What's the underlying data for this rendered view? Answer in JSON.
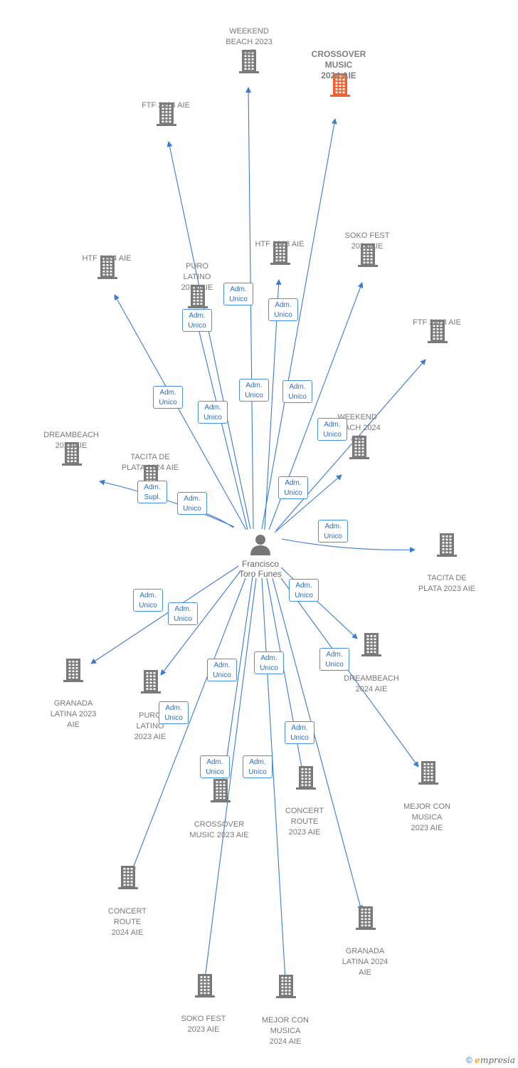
{
  "center": {
    "name": "Francisco\nToro Funes"
  },
  "colors": {
    "edge": "#3a7bd5",
    "node": "#7a7a7a",
    "highlight_node": "#f0622e",
    "badge_text": "#2f6fc6"
  },
  "nodes": [
    {
      "id": "weekend-beach-2023",
      "label": "WEEKEND\nBEACH 2023\nAIE"
    },
    {
      "id": "crossover-music-2024",
      "label": "CROSSOVER\nMUSIC\n2024  AIE",
      "highlight": true
    },
    {
      "id": "ftf-2024",
      "label": "FTF 2024  AIE"
    },
    {
      "id": "htf-2023",
      "label": "HTF 2023  AIE"
    },
    {
      "id": "soko-fest-2024",
      "label": "SOKO FEST\n2024  AIE"
    },
    {
      "id": "htf-2024",
      "label": "HTF 2024  AIE"
    },
    {
      "id": "puro-latino-2024",
      "label": "PURO\nLATINO\n2024  AIE"
    },
    {
      "id": "ftf-2023",
      "label": "FTF 2023  AIE"
    },
    {
      "id": "weekend-beach-2024",
      "label": "WEEKEND\nBEACH 2024\nAIE"
    },
    {
      "id": "dreambeach-2023",
      "label": "DREAMBEACH\n2023  AIE"
    },
    {
      "id": "tacita-de-plata-2024",
      "label": "TACITA DE\nPLATA 2024  AIE"
    },
    {
      "id": "tacita-de-plata-2023",
      "label": "TACITA DE\nPLATA 2023  AIE"
    },
    {
      "id": "dreambeach-2024",
      "label": "DREAMBEACH\n2024  AIE"
    },
    {
      "id": "granada-latina-2023",
      "label": "GRANADA\nLATINA 2023\nAIE"
    },
    {
      "id": "puro-latino-2023",
      "label": "PURO\nLATINO\n2023  AIE"
    },
    {
      "id": "mejor-con-musica-2023",
      "label": "MEJOR CON\nMUSICA\n2023  AIE"
    },
    {
      "id": "crossover-music-2023",
      "label": "CROSSOVER\nMUSIC 2023 AIE"
    },
    {
      "id": "concert-route-2023",
      "label": "CONCERT\nROUTE\n2023  AIE"
    },
    {
      "id": "concert-route-2024",
      "label": "CONCERT\nROUTE\n2024  AIE"
    },
    {
      "id": "granada-latina-2024",
      "label": "GRANADA\nLATINA 2024\nAIE"
    },
    {
      "id": "soko-fest-2023",
      "label": "SOKO FEST\n2023  AIE"
    },
    {
      "id": "mejor-con-musica-2024",
      "label": "MEJOR CON\nMUSICA\n2024  AIE"
    }
  ],
  "edges": [
    {
      "to": "weekend-beach-2023",
      "role": "Adm.\nUnico"
    },
    {
      "to": "crossover-music-2024",
      "role": "Adm.\nUnico"
    },
    {
      "to": "ftf-2024",
      "role": "Adm.\nUnico"
    },
    {
      "to": "htf-2023",
      "role": "Adm.\nUnico"
    },
    {
      "to": "soko-fest-2024",
      "role": "Adm.\nUnico"
    },
    {
      "to": "htf-2024",
      "role": "Adm.\nUnico"
    },
    {
      "to": "puro-latino-2024",
      "role": "Adm.\nUnico"
    },
    {
      "to": "ftf-2023",
      "role": "Adm.\nUnico"
    },
    {
      "to": "weekend-beach-2024",
      "role": "Adm.\nUnico"
    },
    {
      "to": "dreambeach-2023",
      "role": "Adm.\nSupl."
    },
    {
      "to": "tacita-de-plata-2024",
      "role": "Adm.\nUnico"
    },
    {
      "to": "tacita-de-plata-2023",
      "role": "Adm.\nUnico"
    },
    {
      "to": "dreambeach-2024",
      "role": "Adm.\nUnico"
    },
    {
      "to": "granada-latina-2023",
      "role": "Adm.\nUnico"
    },
    {
      "to": "puro-latino-2023",
      "role": "Adm.\nUnico"
    },
    {
      "to": "mejor-con-musica-2023",
      "role": "Adm.\nUnico"
    },
    {
      "to": "crossover-music-2023",
      "role": "Adm.\nUnico"
    },
    {
      "to": "concert-route-2023",
      "role": "Adm.\nUnico"
    },
    {
      "to": "concert-route-2024",
      "role": "Adm.\nUnico"
    },
    {
      "to": "granada-latina-2024",
      "role": "Adm.\nUnico"
    },
    {
      "to": "soko-fest-2023",
      "role": "Adm.\nUnico"
    },
    {
      "to": "mejor-con-musica-2024",
      "role": "Adm.\nUnico"
    }
  ],
  "footer": {
    "copyright": "©",
    "brand_initial": "e",
    "brand_rest": "mpresia"
  }
}
